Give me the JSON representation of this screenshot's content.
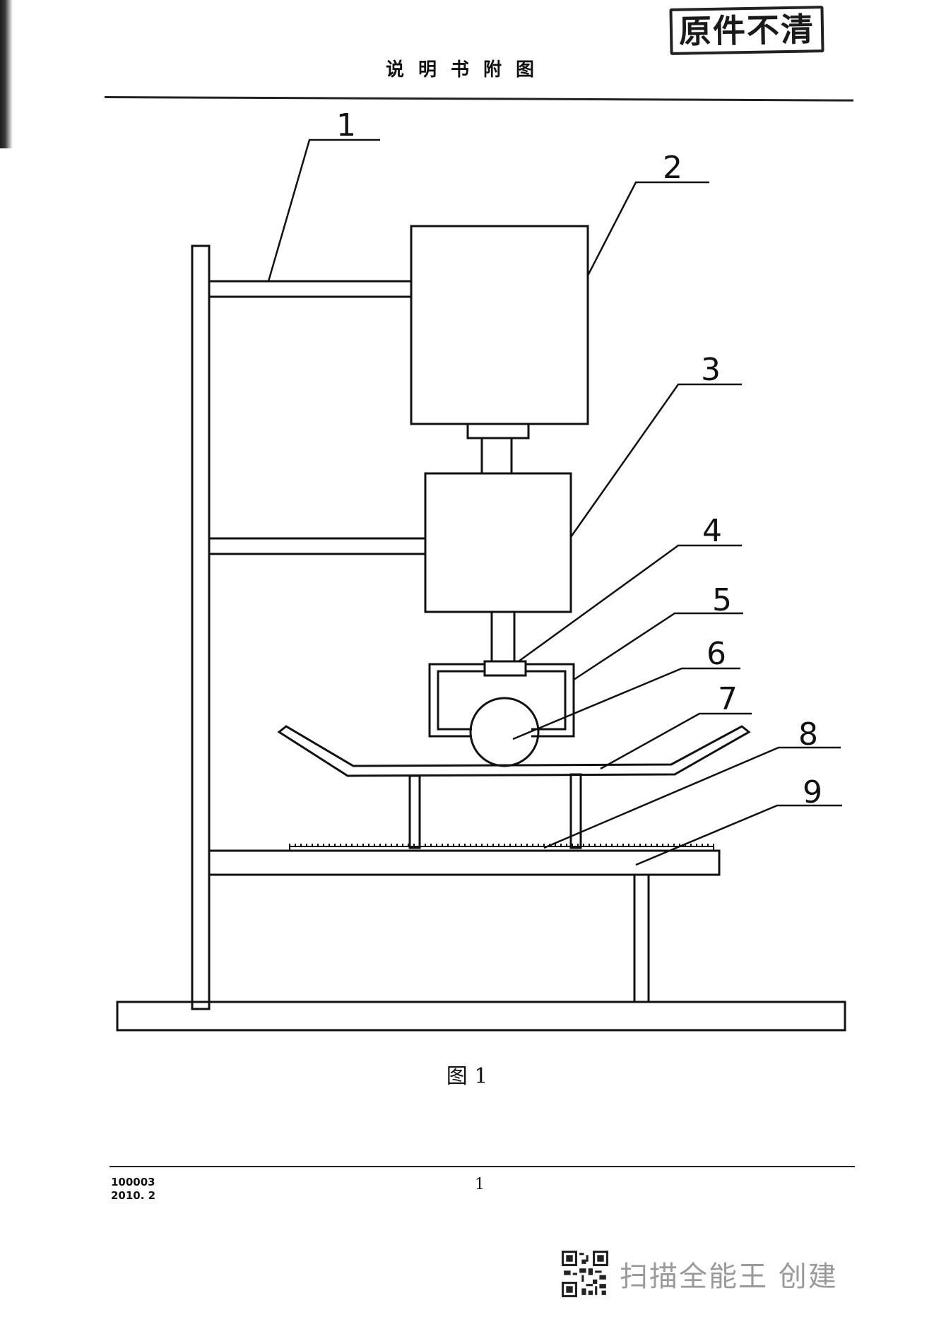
{
  "stamp": {
    "text": "原件不清"
  },
  "header": {
    "title": "说明书附图"
  },
  "figure": {
    "caption": "图 1",
    "callouts": [
      "1",
      "2",
      "3",
      "4",
      "5",
      "6",
      "7",
      "8",
      "9"
    ]
  },
  "footer": {
    "code_line1": "100003",
    "code_line2": "2010. 2",
    "page_number": "1"
  },
  "watermark": {
    "text": "扫描全能王 创建",
    "icon": "qr-code-icon"
  }
}
